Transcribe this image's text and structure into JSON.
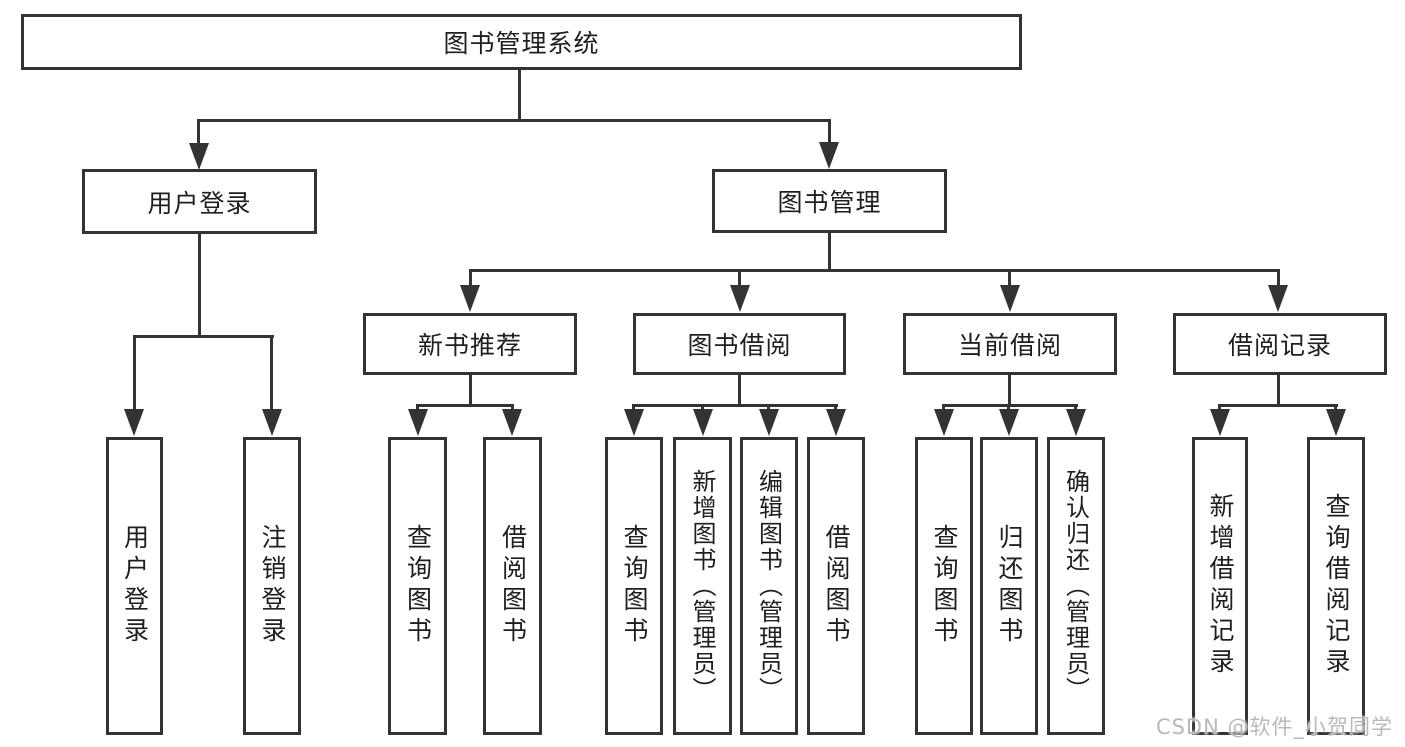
{
  "tree": {
    "root": {
      "label": "图书管理系统"
    },
    "branches": [
      {
        "label": "用户登录",
        "children": [
          {
            "label": "用户登录"
          },
          {
            "label": "注销登录"
          }
        ]
      },
      {
        "label": "图书管理",
        "groups": [
          {
            "label": "新书推荐",
            "children": [
              {
                "label": "查询图书"
              },
              {
                "label": "借阅图书"
              }
            ]
          },
          {
            "label": "图书借阅",
            "children": [
              {
                "label": "查询图书"
              },
              {
                "label": "新增图书（管理员）"
              },
              {
                "label": "编辑图书（管理员）"
              },
              {
                "label": "借阅图书"
              }
            ]
          },
          {
            "label": "当前借阅",
            "children": [
              {
                "label": "查询图书"
              },
              {
                "label": "归还图书"
              },
              {
                "label": "确认归还（管理员）"
              }
            ]
          },
          {
            "label": "借阅记录",
            "children": [
              {
                "label": "新增借阅记录"
              },
              {
                "label": "查询借阅记录"
              }
            ]
          }
        ]
      }
    ]
  },
  "watermark": {
    "text": "CSDN @软件_小贺同学"
  },
  "colors": {
    "line": "#333333",
    "text": "#1f1f1f",
    "watermark": "#b9b9b9",
    "background": "#ffffff"
  }
}
